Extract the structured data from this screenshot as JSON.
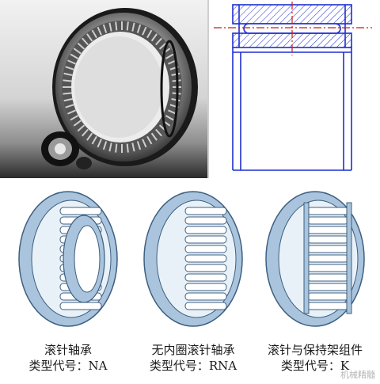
{
  "bearings": [
    {
      "name": "滚针轴承",
      "type_code": "类型代号：NA"
    },
    {
      "name": "无内圈滚针轴承",
      "type_code": "类型代号：RNA"
    },
    {
      "name": "滚针与保持架组件",
      "type_code": "类型代号：K"
    }
  ],
  "watermark": "机械精髓",
  "colors": {
    "drawing_outline": "#1f2fd0",
    "centerline": "#d01818",
    "bearing_fill": "#a9c4dc",
    "bearing_dark": "#3d5f80"
  }
}
